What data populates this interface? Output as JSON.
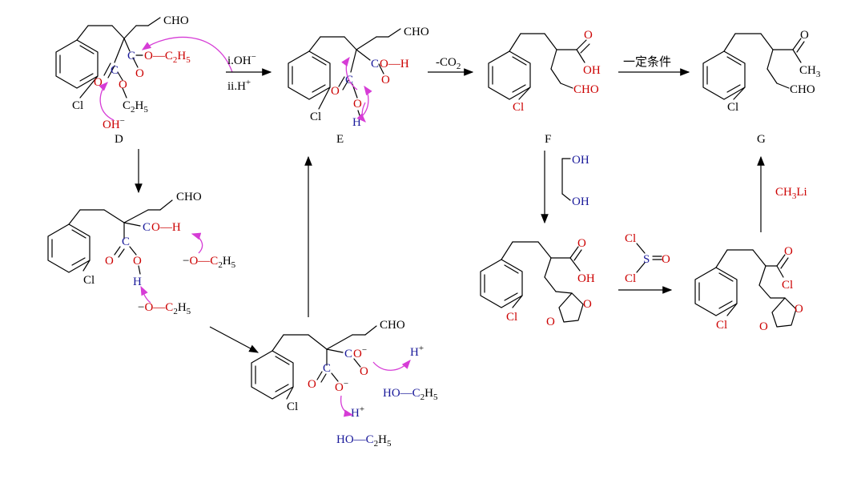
{
  "labels": {
    "D": "D",
    "E": "E",
    "F": "F",
    "G": "G"
  },
  "groups": {
    "CHO": "CHO",
    "Cl": "Cl",
    "C": "C",
    "O": "O",
    "OH": "OH",
    "H": "H",
    "OC2H5_prefix": "O—C",
    "C2H5_C": "C",
    "C2H5_2": "2",
    "C2H5_H": "H",
    "C2H5_5": "5",
    "HO_prefix": "HO—C",
    "minus": "−",
    "plus": "+",
    "OH_minus": "OH",
    "O_H": "O—H",
    "CH3": "CH",
    "three": "3",
    "S": "S",
    "HplusH": "H"
  },
  "conditions": {
    "step1_line1": "i.OH",
    "step1_line1_sup": "−",
    "step1_line2": "ii.H",
    "step1_line2_sup": "+",
    "decarboxylation": "-CO",
    "decarboxylation_sub": "2",
    "certain_conditions": "一定条件",
    "ch3li_CH": "CH",
    "ch3li_3": "3",
    "ch3li_Li": "Li"
  },
  "colors": {
    "oxygen": "#cc0000",
    "hydrogen_carbon": "#1a1a9a",
    "curved_arrow": "#d63cd6"
  }
}
